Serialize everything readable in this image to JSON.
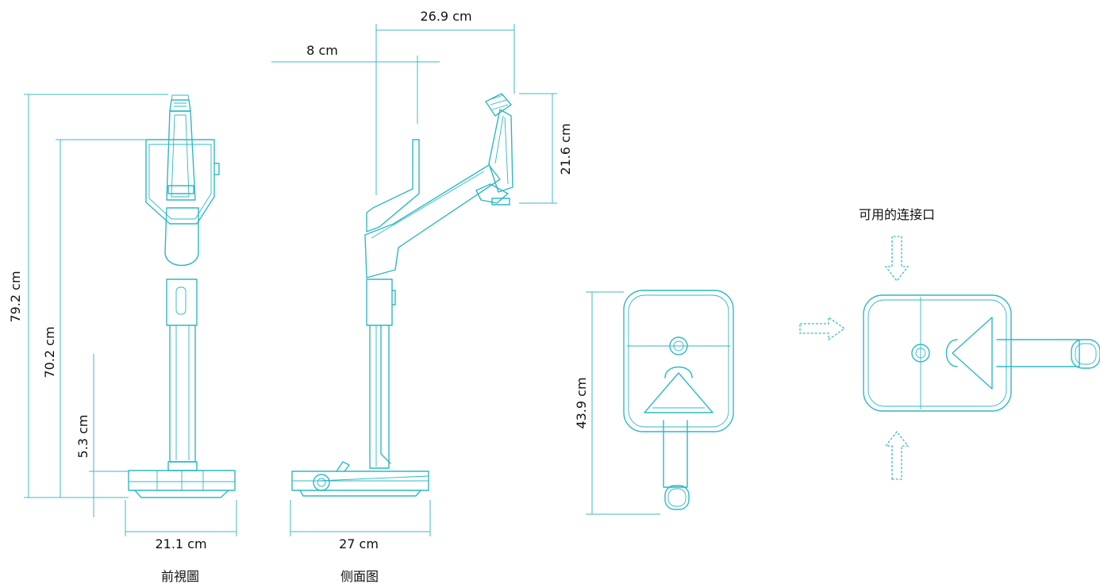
{
  "views": {
    "front": {
      "caption": "前視圖"
    },
    "side": {
      "caption": "侧面图"
    },
    "ports": {
      "caption": "可用的连接口"
    }
  },
  "dimensions": {
    "total_height": "79.2 cm",
    "arm_height": "70.2 cm",
    "base_height": "5.3 cm",
    "front_width": "21.1 cm",
    "side_depth": "27 cm",
    "reach": "26.9 cm",
    "offset": "8 cm",
    "head_height": "21.6 cm",
    "top_depth": "43.9 cm"
  },
  "colors": {
    "outline": "#2fb8c4",
    "text": "#111111",
    "background": "#ffffff"
  }
}
